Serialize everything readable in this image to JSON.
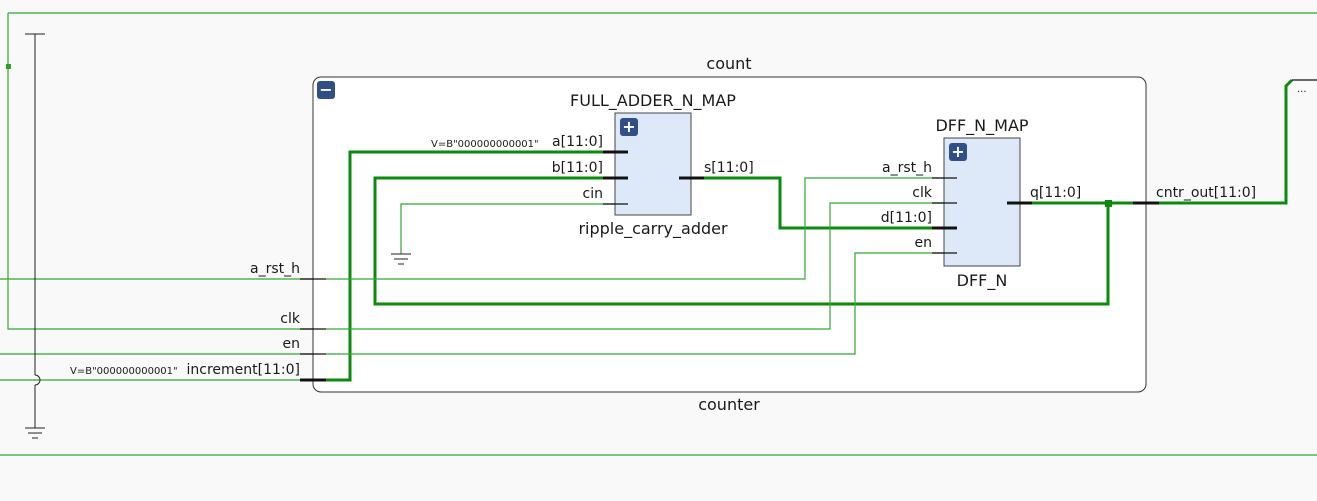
{
  "outer_module": {
    "instance_name": "count",
    "cell_name": "counter",
    "collapse_symbol": "−",
    "ports": {
      "a_rst_h": "a_rst_h",
      "clk": "clk",
      "en": "en",
      "increment": "increment[11:0]",
      "cntr_out": "cntr_out[11:0]"
    },
    "increment_constant": "V=B\"000000000001\""
  },
  "adder": {
    "instance_name": "FULL_ADDER_N_MAP",
    "cell_name": "ripple_carry_adder",
    "expand_symbol": "+",
    "ports": {
      "a": "a[11:0]",
      "b": "b[11:0]",
      "cin": "cin",
      "s": "s[11:0]"
    },
    "a_constant": "V=B\"000000000001\""
  },
  "dff": {
    "instance_name": "DFF_N_MAP",
    "cell_name": "DFF_N",
    "expand_symbol": "+",
    "ports": {
      "a_rst_h": "a_rst_h",
      "clk": "clk",
      "d": "d[11:0]",
      "en": "en",
      "q": "q[11:0]"
    }
  },
  "output_ellipsis": "...",
  "colors": {
    "wire": "#33a833",
    "bus": "#0c8a0c",
    "block_fill": "#dde9f8",
    "expand_button": "#2f4f86",
    "background": "#f9f9f9"
  }
}
